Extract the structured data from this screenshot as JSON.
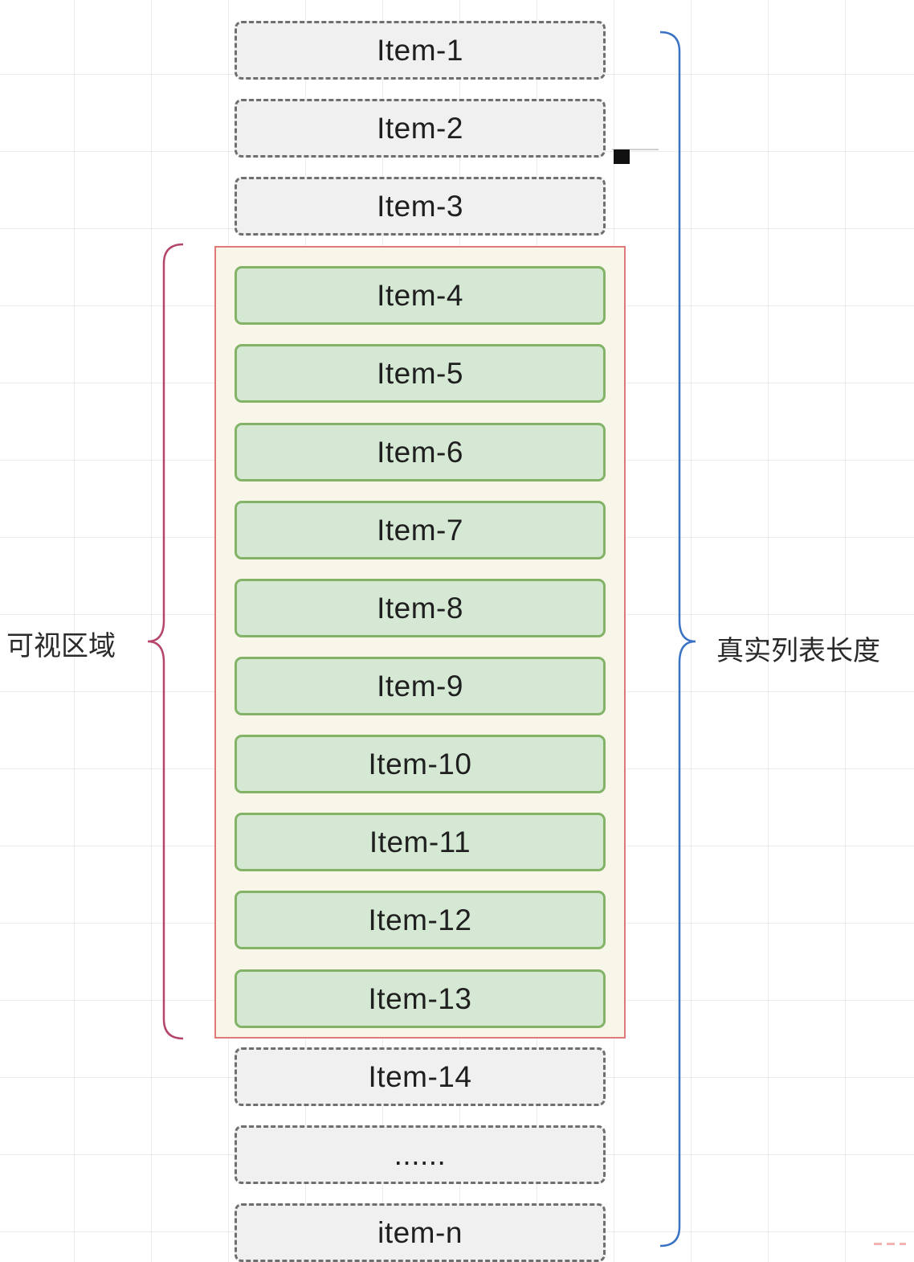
{
  "items": [
    {
      "label": "Item-1",
      "state": "hidden"
    },
    {
      "label": "Item-2",
      "state": "hidden"
    },
    {
      "label": "Item-3",
      "state": "hidden"
    },
    {
      "label": "Item-4",
      "state": "visible"
    },
    {
      "label": "Item-5",
      "state": "visible"
    },
    {
      "label": "Item-6",
      "state": "visible"
    },
    {
      "label": "Item-7",
      "state": "visible"
    },
    {
      "label": "Item-8",
      "state": "visible"
    },
    {
      "label": "Item-9",
      "state": "visible"
    },
    {
      "label": "Item-10",
      "state": "visible"
    },
    {
      "label": "Item-11",
      "state": "visible"
    },
    {
      "label": "Item-12",
      "state": "visible"
    },
    {
      "label": "Item-13",
      "state": "visible"
    },
    {
      "label": "Item-14",
      "state": "hidden"
    },
    {
      "label": "......",
      "state": "hidden"
    },
    {
      "label": "item-n",
      "state": "hidden"
    }
  ],
  "labels": {
    "visible_area": "可视区域",
    "real_length": "真实列表长度"
  },
  "colors": {
    "visible_item_fill": "#d5e8d4",
    "visible_item_border": "#82b366",
    "hidden_item_fill": "#f0f0f0",
    "hidden_item_border": "#6f6f6f",
    "viewport_fill": "#f8f5e9",
    "viewport_border": "#e07a7a",
    "left_brace": "#b5456b",
    "right_brace": "#3b73c4"
  }
}
